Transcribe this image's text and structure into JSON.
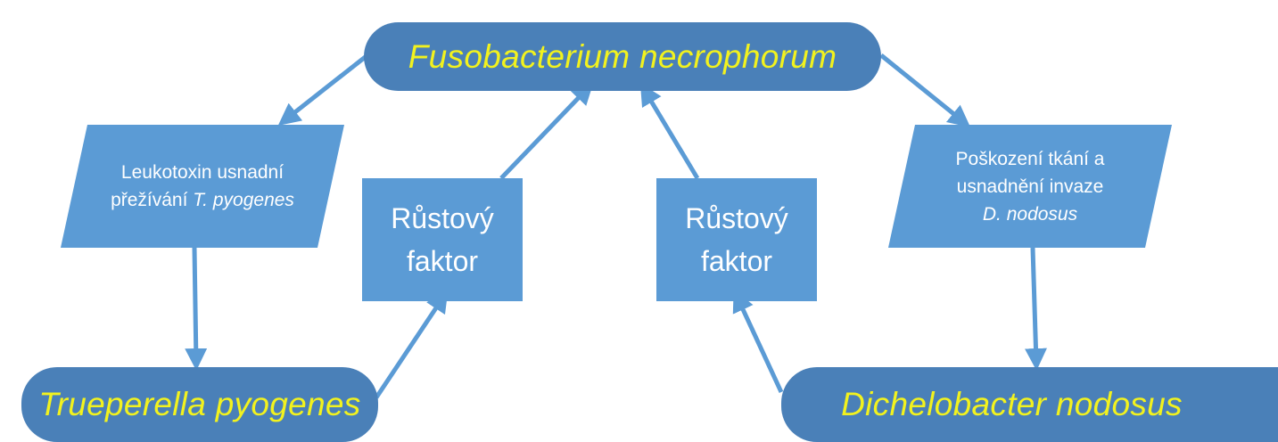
{
  "nodes": {
    "fusobacterium": {
      "label": "Fusobacterium necrophorum"
    },
    "trueperella": {
      "label": "Trueperella pyogenes"
    },
    "dichelobacter": {
      "label": "Dichelobacter nodosus"
    },
    "leukotoxin": {
      "line1": "Leukotoxin usnadní",
      "line2_plain": "přežívání ",
      "line2_italic": "T. pyogenes"
    },
    "tissue_damage": {
      "line1": "Poškození tkání a",
      "line2": "usnadnění invaze",
      "line3_italic": "D. nodosus"
    },
    "growth_factor_left": {
      "line1": "Růstový",
      "line2": "faktor"
    },
    "growth_factor_right": {
      "line1": "Růstový",
      "line2": "faktor"
    }
  },
  "colors": {
    "pill_fill": "#4a80b8",
    "pill_text": "#f2f21e",
    "box_fill": "#5b9bd5",
    "box_text": "#ffffff",
    "arrow": "#5b9bd5"
  }
}
